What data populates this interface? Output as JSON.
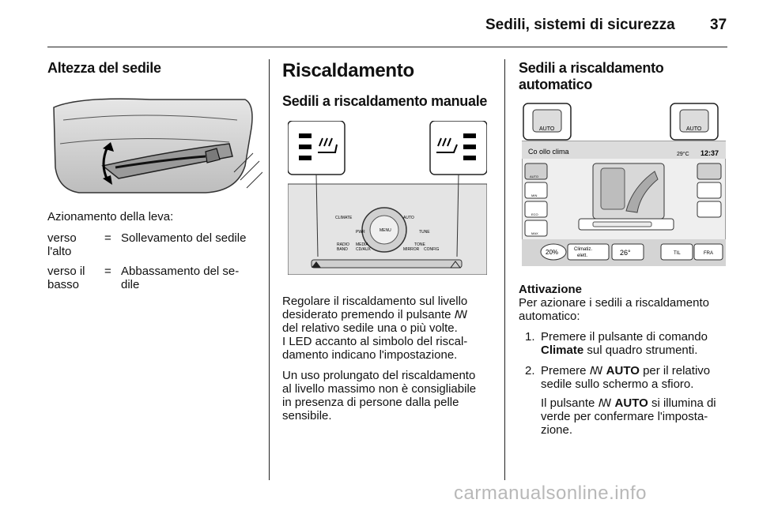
{
  "header": {
    "title": "Sedili, sistemi di sicurezza",
    "page_number": "37"
  },
  "col1": {
    "heading": "Altezza del sedile",
    "caption": "Azionamento della leva:",
    "rows": [
      {
        "term1": "verso",
        "term2": "l'alto",
        "eq": "=",
        "desc1": "Sollevamento del sedile",
        "desc2": ""
      },
      {
        "term1": "verso il",
        "term2": "basso",
        "eq": "=",
        "desc1": "Abbassamento del se-",
        "desc2": "dile"
      }
    ]
  },
  "col2": {
    "heading": "Riscaldamento",
    "subheading": "Sedili a riscaldamento manuale",
    "panel_labels": [
      "CLIMATE",
      "AUTO",
      "PWR",
      "TUNE",
      "MENU",
      "RADIO",
      "BAND",
      "MEDIA",
      "CD/AUX",
      "TONE",
      "MIRROR",
      "CONFIG"
    ],
    "p1": [
      "Regolare il riscaldamento sul livello",
      "desiderato premendo il pulsante",
      "del relativo sedile una o più volte.",
      "I LED accanto al simbolo del riscal-",
      "damento indicano l'impostazione."
    ],
    "p2": [
      "Un uso prolungato del riscaldamento",
      "al livello massimo non è consigliabile",
      "in presenza di persone dalla pelle",
      "sensibile."
    ]
  },
  "col3": {
    "heading_line1": "Sedili a riscaldamento",
    "heading_line2": "automatico",
    "screen": {
      "callout_label": "AUTO",
      "title": "Co  ollo clima",
      "temp_out": "29°C",
      "time": "12:37",
      "percent": "20%",
      "btn_climatiz": "Climatiz.",
      "btn_elett": "elett.",
      "set_temp": "26°",
      "til": "TIL",
      "fra": "FRA",
      "side_labels": [
        "AUTO",
        "MIN",
        "ECO",
        "MAX"
      ]
    },
    "sub": "Attivazione",
    "intro": [
      "Per azionare i sedili a riscaldamento",
      "automatico:"
    ],
    "step1_num": "1.",
    "step1_line1": "Premere il pulsante di comando",
    "step1_bold": "Climate",
    "step1_line2": "sul quadro strumenti.",
    "step2_num": "2.",
    "step2_pre": "Premere",
    "step2_bold": "AUTO",
    "step2_post": "per il relativo",
    "step2_line2": "sedile sullo schermo a sfioro.",
    "note_pre": "Il pulsante",
    "note_bold": "AUTO",
    "note_post": "si illumina di",
    "note_line2": "verde per confermare l'imposta-",
    "note_line3": "zione."
  },
  "footer": "carmanualsonline.info"
}
